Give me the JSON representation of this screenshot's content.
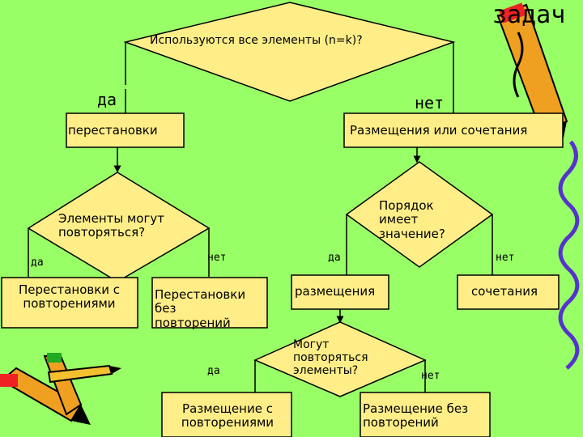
{
  "header_text": "задач",
  "q1": {
    "text": "Используются все элементы (n=k)?",
    "yes": "да",
    "no": "нет"
  },
  "perm": "перестановки",
  "place_or_comb": "Размещения или сочетания",
  "q2": {
    "line1": "Элементы могут",
    "line2": "повторяться?",
    "yes": "да",
    "no": "нет"
  },
  "q3": {
    "line1": "Порядок",
    "line2": "имеет",
    "line3": "значение?",
    "yes": "да",
    "no": "нет"
  },
  "perm_rep": {
    "line1": "Перестановки с",
    "line2": "повторениями"
  },
  "perm_norep": {
    "line1": "Перестановки",
    "line2": "без",
    "line3": "повторений"
  },
  "placements": "размещения",
  "combinations": "сочетания",
  "q4": {
    "line1": "Могут",
    "line2": "повторяться",
    "line3": "элементы?",
    "yes": "да",
    "no": "нет"
  },
  "place_rep": {
    "line1": "Размещение с",
    "line2": "повторениями"
  },
  "place_norep": {
    "line1": "Размещение без",
    "line2": "повторений"
  },
  "colors": {
    "background": "#99ff66",
    "shape_fill": "#ffee88",
    "border": "#000000"
  }
}
